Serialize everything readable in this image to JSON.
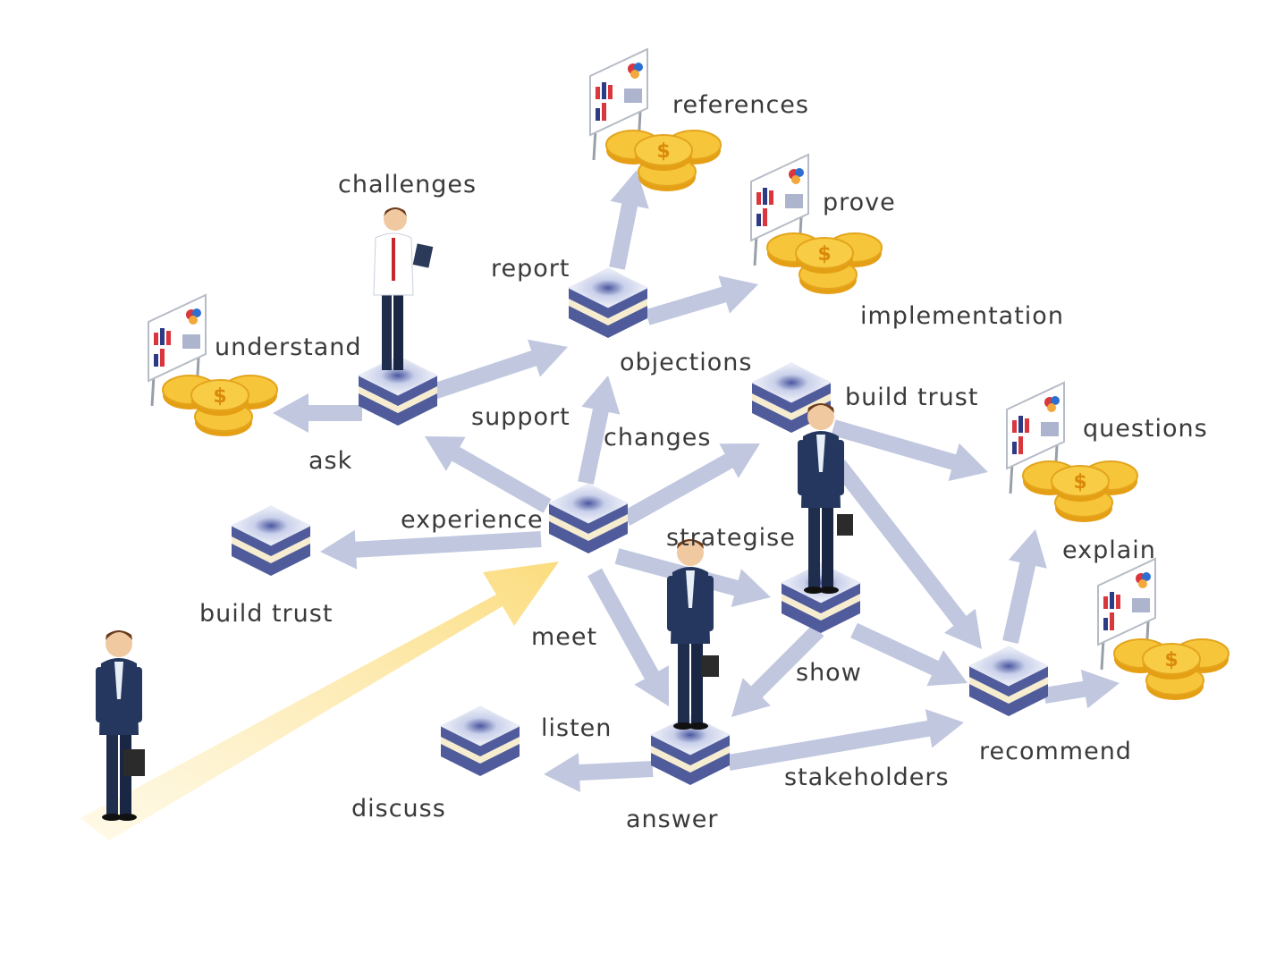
{
  "colors": {
    "arrow": "#b9c1dc",
    "start_arrow": "#fbe08c",
    "platform_blue": "#4f5b9b",
    "platform_cream": "#f6edd0",
    "coin": "#f5bd2a",
    "board": "#ffffff"
  },
  "labels": {
    "references": "references",
    "challenges": "challenges",
    "prove": "prove",
    "report": "report",
    "implementation": "implementation",
    "understand": "understand",
    "objections": "objections",
    "build_trust_top": "build trust",
    "support": "support",
    "changes": "changes",
    "questions": "questions",
    "ask": "ask",
    "experience": "experience",
    "strategise": "strategise",
    "explain": "explain",
    "build_trust_left": "build trust",
    "meet": "meet",
    "show": "show",
    "listen": "listen",
    "recommend": "recommend",
    "stakeholders": "stakeholders",
    "discuss": "discuss",
    "answer": "answer"
  }
}
